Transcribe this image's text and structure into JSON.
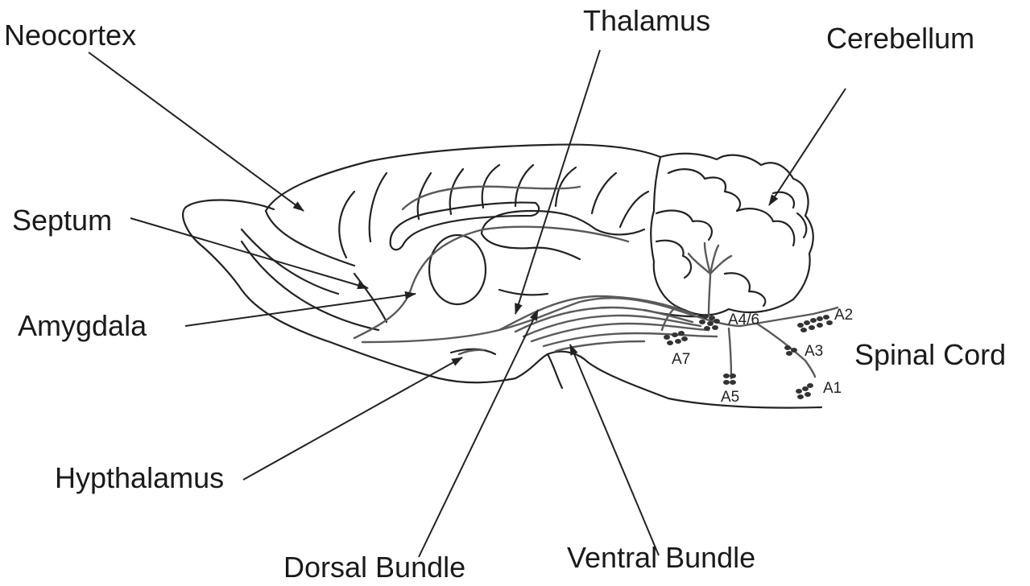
{
  "structure_labels": {
    "neocortex": "Neocortex",
    "thalamus": "Thalamus",
    "cerebellum": "Cerebellum",
    "septum": "Septum",
    "amygdala": "Amygdala",
    "spinal_cord": "Spinal Cord",
    "hypthalamus": "Hypthalamus",
    "dorsal_bundle": "Dorsal Bundle",
    "ventral_bundle": "Ventral Bundle"
  },
  "cell_groups": {
    "a4_6": "A4/6",
    "a2": "A2",
    "a7": "A7",
    "a3": "A3",
    "a5": "A5",
    "a1": "A1"
  },
  "colors": {
    "outline": "#222222",
    "pathway": "#5a5a5a",
    "cell_body": "#333333",
    "background_text": "#e3e3e3"
  }
}
